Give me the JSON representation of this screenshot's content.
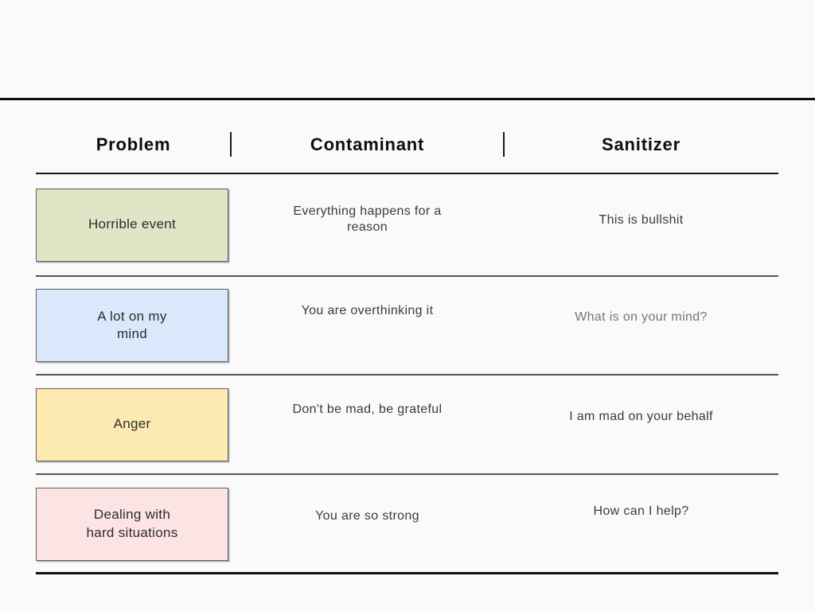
{
  "header": {
    "columns": [
      "Problem",
      "Contaminant",
      "Sanitizer"
    ]
  },
  "rows": [
    {
      "problem": {
        "label": "Horrible event",
        "bg": "#dfe5c5"
      },
      "contaminant": "Everything happens for a\nreason",
      "sanitizer": {
        "text": "This is bullshit",
        "color": "#3b3b3b"
      }
    },
    {
      "problem": {
        "label": "A lot on my\nmind",
        "bg": "#d9e9fb"
      },
      "contaminant": "You are overthinking it",
      "sanitizer": {
        "text": "What is on your mind?",
        "color": "#757575"
      }
    },
    {
      "problem": {
        "label": "Anger",
        "bg": "#fdeab1"
      },
      "contaminant": "Don't be mad, be grateful",
      "sanitizer": {
        "text": "I am mad on your behalf",
        "color": "#3b3b3b"
      }
    },
    {
      "problem": {
        "label": "Dealing with\nhard situations",
        "bg": "#fbe4e3"
      },
      "contaminant": "You are so strong",
      "sanitizer": {
        "text": "How can I help?",
        "color": "#3b3b3b"
      }
    }
  ]
}
